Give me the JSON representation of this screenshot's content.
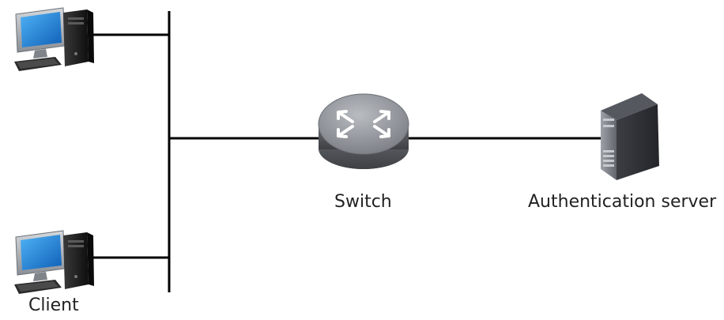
{
  "diagram": {
    "switch_label": "Switch",
    "server_label": "Authentication server",
    "client_label": "Client"
  },
  "colors": {
    "line": "#000000",
    "screen_blue": "#1f7fd6",
    "monitor_frame": "#9a9fa5",
    "tower": "#1c1c1c",
    "switch_top": "#8f9399",
    "switch_side": "#5d6065",
    "server_body": "#3a3d42"
  },
  "icons": [
    "desktop-computer-icon",
    "network-switch-icon",
    "server-tower-icon"
  ]
}
